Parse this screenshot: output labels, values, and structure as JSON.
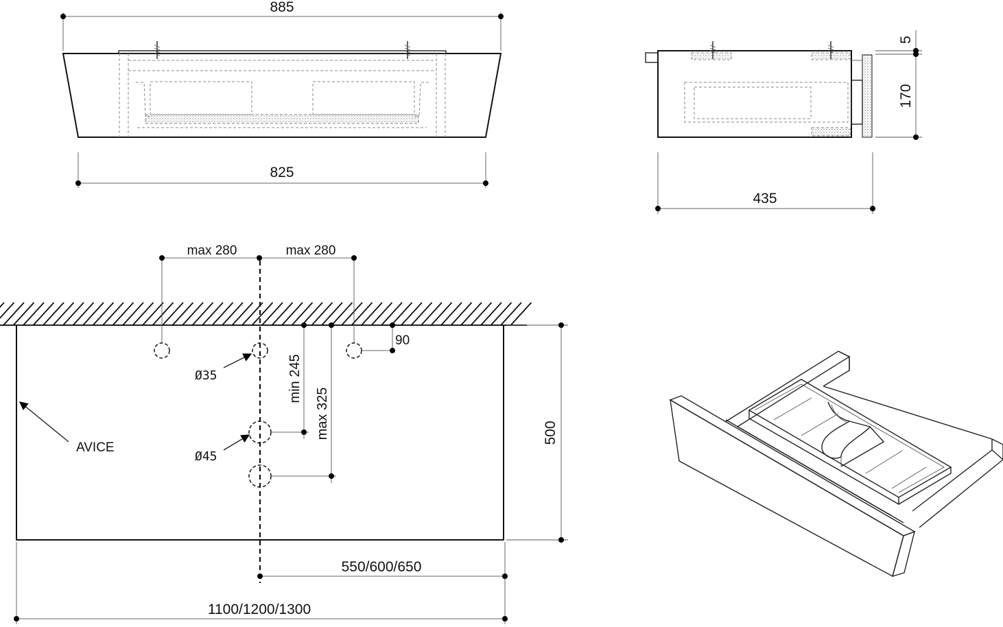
{
  "front_view": {
    "top_dim": "885",
    "bottom_dim": "825"
  },
  "side_view": {
    "bottom_dim": "435",
    "top_dim": "5",
    "height_dim": "170"
  },
  "plan_view": {
    "left_spacing": "max 280",
    "right_spacing": "max 280",
    "edge_offset": "90",
    "min_height": "min 245",
    "max_height": "max 325",
    "hole_small": "Ø35",
    "hole_large": "Ø45",
    "wall_label": "AVICE",
    "depth": "500",
    "axis_offset": "550/600/650",
    "total_width": "1100/1200/1300"
  }
}
